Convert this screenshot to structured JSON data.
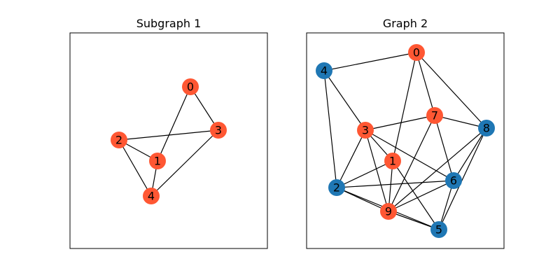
{
  "colors": {
    "highlight": "#ff5733",
    "default": "#1f77b4",
    "edge": "#000000"
  },
  "panels": [
    {
      "id": "subgraph-1",
      "title": "Subgraph 1",
      "nodes": [
        {
          "label": "0",
          "group": "highlight"
        },
        {
          "label": "1",
          "group": "highlight"
        },
        {
          "label": "2",
          "group": "highlight"
        },
        {
          "label": "3",
          "group": "highlight"
        },
        {
          "label": "4",
          "group": "highlight"
        }
      ],
      "edges": [
        [
          "0",
          "1"
        ],
        [
          "0",
          "3"
        ],
        [
          "2",
          "3"
        ],
        [
          "2",
          "1"
        ],
        [
          "2",
          "4"
        ],
        [
          "1",
          "4"
        ],
        [
          "3",
          "4"
        ]
      ]
    },
    {
      "id": "graph-2",
      "title": "Graph 2",
      "nodes": [
        {
          "label": "0",
          "group": "highlight"
        },
        {
          "label": "1",
          "group": "highlight"
        },
        {
          "label": "2",
          "group": "default"
        },
        {
          "label": "3",
          "group": "highlight"
        },
        {
          "label": "4",
          "group": "default"
        },
        {
          "label": "5",
          "group": "default"
        },
        {
          "label": "6",
          "group": "default"
        },
        {
          "label": "7",
          "group": "highlight"
        },
        {
          "label": "8",
          "group": "default"
        },
        {
          "label": "9",
          "group": "highlight"
        }
      ],
      "edges": [
        [
          "4",
          "0"
        ],
        [
          "4",
          "3"
        ],
        [
          "4",
          "2"
        ],
        [
          "0",
          "7"
        ],
        [
          "0",
          "8"
        ],
        [
          "0",
          "1"
        ],
        [
          "3",
          "7"
        ],
        [
          "3",
          "2"
        ],
        [
          "3",
          "1"
        ],
        [
          "3",
          "9"
        ],
        [
          "3",
          "6"
        ],
        [
          "7",
          "8"
        ],
        [
          "7",
          "6"
        ],
        [
          "7",
          "9"
        ],
        [
          "8",
          "6"
        ],
        [
          "8",
          "5"
        ],
        [
          "8",
          "9"
        ],
        [
          "1",
          "2"
        ],
        [
          "1",
          "9"
        ],
        [
          "1",
          "5"
        ],
        [
          "2",
          "9"
        ],
        [
          "2",
          "5"
        ],
        [
          "2",
          "6"
        ],
        [
          "9",
          "5"
        ],
        [
          "9",
          "6"
        ],
        [
          "6",
          "5"
        ]
      ]
    }
  ]
}
